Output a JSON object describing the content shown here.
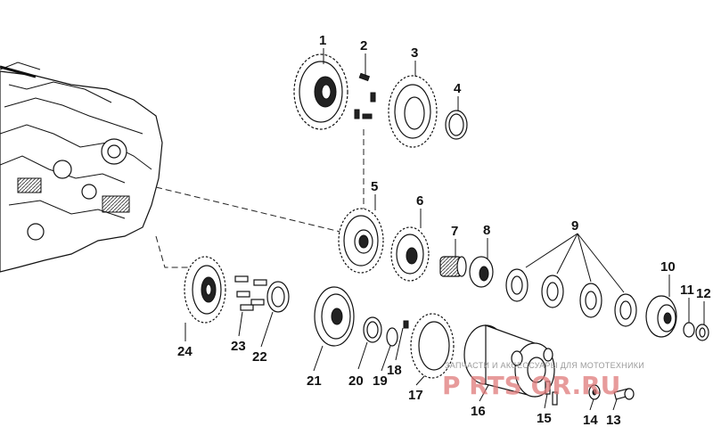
{
  "diagram": {
    "labels": [
      "1",
      "2",
      "3",
      "4",
      "5",
      "6",
      "7",
      "8",
      "9",
      "10",
      "11",
      "12",
      "13",
      "14",
      "15",
      "16",
      "17",
      "18",
      "19",
      "20",
      "21",
      "22",
      "23",
      "24"
    ]
  },
  "watermark": {
    "tagline": "ЗАПЧАСТИ И АКСЕССУАРЫ ДЛЯ МОТОТЕХНИКИ",
    "logo_text": "P RTS OR.RU"
  }
}
